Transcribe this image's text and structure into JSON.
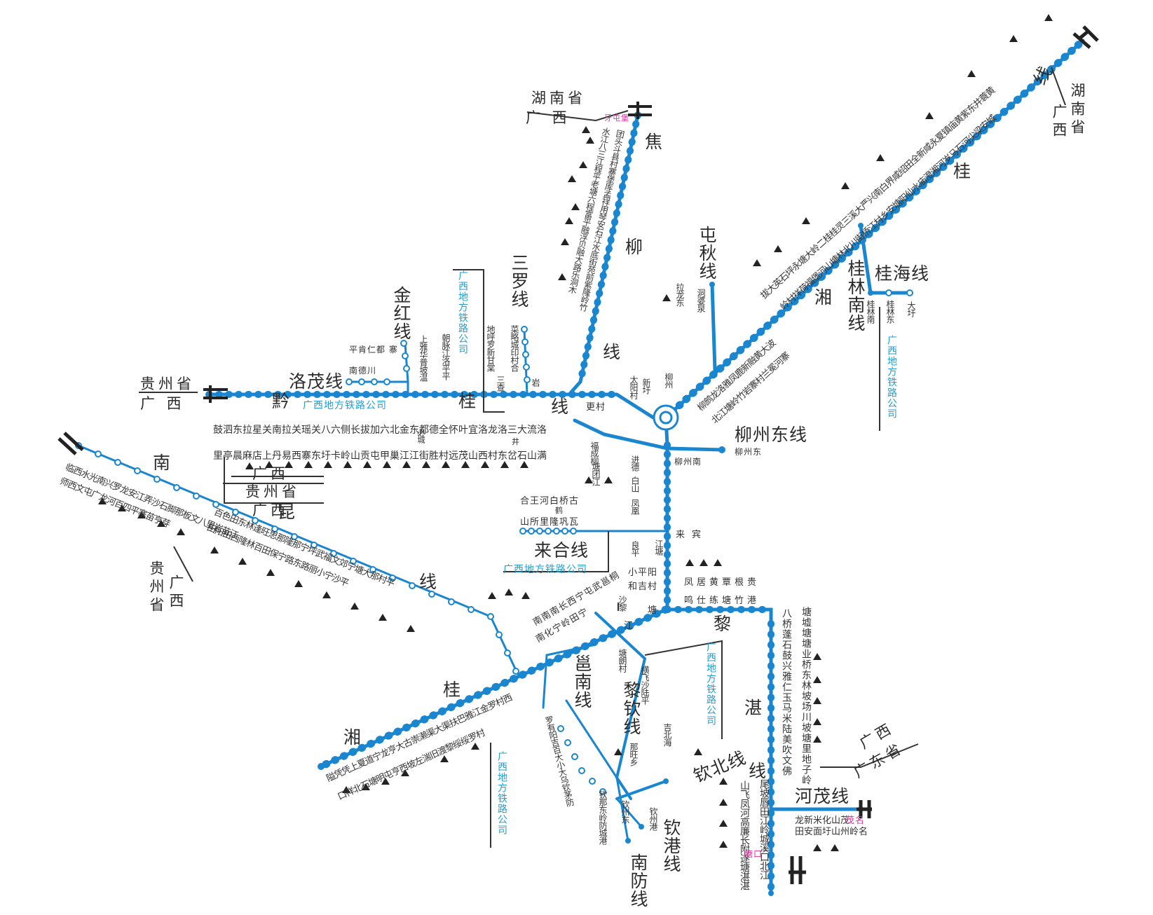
{
  "map": {
    "colors": {
      "rail": "#1a86cf",
      "company": "#1f9fd8",
      "text": "#2b2b2b",
      "highlight": "#e0309a",
      "border": "#333333"
    },
    "provinces": {
      "hunan_guangxi_top": {
        "upper": "湖南省",
        "lower": "广  西"
      },
      "hunan_guangxi_ne": {
        "upper": "湖南省",
        "lower": "广西"
      },
      "guizhou_guangxi_w": {
        "upper": "贵州省",
        "lower": "广  西"
      },
      "guizhou_guangxi_center_a": "广西",
      "guizhou_guangxi_center_b": "贵州省",
      "guizhou_guangxi_center_c": "广西",
      "guizhou_guangxi_sw": {
        "upper": "贵州省",
        "lower": "广西"
      },
      "guangxi_guangdong": {
        "upper": "广西",
        "lower": "广东省"
      }
    },
    "lines": {
      "jiaoliu_a": "焦",
      "jiaoliu_b": "柳",
      "jiaoliu_c": "线",
      "xianggui_ne_a": "线",
      "xianggui_ne_b": "桂",
      "xianggui_ne_c": "湘",
      "xianggui_sw_a": "桂",
      "xianggui_sw_b": "湘",
      "qiangui_a": "黔",
      "qiangui_b": "桂",
      "qiangui_c": "线",
      "nankun_a": "南",
      "nankun_b": "昆",
      "nankun_c": "线",
      "lizhan_a": "黎",
      "lizhan_b": "湛",
      "lizhan_c": "线",
      "yongnan": "邕南线",
      "liqin": "黎钦线",
      "qinbei": "钦北线",
      "qingang": "钦港线",
      "nanfang": "南防线",
      "laihe": "来合线",
      "luomao": "洛茂线",
      "jinhong": "金红线",
      "sanluo": "三罗线",
      "tunqiu": "屯秋线",
      "liuzhoudong": "柳州东线",
      "guilinnan": "桂林南线",
      "guihai": "桂海线",
      "hemao": "河茂线"
    },
    "companies": {
      "c1": "广西地方铁路公司",
      "c2": "广西地方铁路公司",
      "c3": "广西地方铁路公司",
      "c4": "广西地方铁路公司",
      "c5": "广西地方铁路公司",
      "c6": "广西地方铁路公司"
    },
    "stations": {
      "jiaoliu_col1": "团头斗县村寨堡库孟祥用琴安石江水底街苑前紫隆岭竹",
      "jiaoliu_col2": "水江八三江程平老塘六程富平融浮贝融大路乐洞木",
      "jiaoliu_top": "牙屯堡",
      "qiangui_row1": "鼓泗东拉星关南拉关瑶关八六侧长拔加六北金东都德全怀叶宜洛龙洛三大流洛",
      "qiangui_row2": "里亭晨麻店上丹易西寨东圩卡岭山贡屯甲巢江江街胜村远茂山西村东岔石山满",
      "qiangui_mid": "必城",
      "qiangui_jing": "井",
      "jinhong_st": "平肯仁都 寨南德川",
      "jinhong_v1": "上雅华普坡温",
      "jinhong_v2": "朝脉江洛平平",
      "sanluo_v1": "地呼罗新甘棠",
      "sanluo_v2": "菜略城印村合",
      "sanluo_v3": "三查",
      "sanluo_v4": "岩",
      "liuzhou_w": "更村",
      "liuzhou_n1": "太阳村",
      "liuzhou_n2": "新圩",
      "liuzhou_n3": "柳州",
      "tunqiu_st": "拉龙东",
      "tunqiu_st2": "洞婆泉",
      "liuzhoudong_st1": "柳州南",
      "liuzhoudong_st2": "柳州东",
      "xianggui_ne_row1": "拔大英石坪永塘大岭二桂桂灵三溪大严兴南白界咸绍田全新咸永夏镇庙黄紫东井蓑黄",
      "xianggui_ne_row2": "岭村祥荷福堡河山塘林北川街桥江村乡安塘阳仙水庙澄湘河岁马石河尖梁安城",
      "liuzhou_ne1": "柳鹧龙洛雅凤鹿新融黄大波",
      "liuzhou_ne2": "北江塘岭竹岩寨村兰冕河寨",
      "guilinnan_st": "桂林南",
      "guihai_st1": "桂林东",
      "guihai_st2": "大圩",
      "south_c1": "福成柳",
      "south_c2": "塘团江",
      "south_c3": "进德",
      "south_c4": "白山",
      "south_c5": "凤凰",
      "laihe_st1": "合王河白桥古",
      "laihe_st2": "鹤",
      "laihe_st3": "山所里隆巩瓦",
      "laibin": "来宾",
      "south_c6": "良平",
      "south_c7": "小平阳",
      "south_c8": "和吉村",
      "south_c9": "江塘",
      "south_c10": "沙黎",
      "south_c11": "塘",
      "south_c12": "江",
      "lizhan_row1": "凤居黄覃根贵",
      "lizhan_row2": "鸣仕练塘竹港",
      "lizhan_col1": "八桥蓬石鼓兴雅仁玉马米陆美吹文佛",
      "lizhan_col2": "塘墟塘塘业桥东林坡场川坡塘里地子岭",
      "lizhan_col3": "尾坡唇田江岭城溪口北江",
      "lizhan_col4": "山飞凤河高廉长附遂塘湛湛",
      "hemao_st1": "龙新米化山茂",
      "hemao_st2": "田安面圩山州岭名",
      "nankun_row1": "百色田东林逢旺思那隆那宁坪武福文郊宁塘大那村平",
      "nankun_row2": "田阳田西隆林百田保宁路东路丽小宁沙平",
      "nankun_left": "临西水光南兴罗龙安江弄沙石脚那板文八里岩苗江",
      "nankun_left2": "师西文屯广龙河百四平寨苗亨芽",
      "yongnan_st": "南南南长西宁屯武邕桐",
      "yongnan_st2": "南化宁岭田宁",
      "xianggui_sw_row1": "隘凭凭上夏道宁龙亨大古崇濑渠大渠扶巴雅江金罗村西",
      "xianggui_sw_row2": "口祥北石塘明屯亨西坡左湍旧渡黎绥绥罗村",
      "nanfang_st": "罗有阳吉百大小大乌钦茅防",
      "nanfang_st2": "钦那东岭防城港",
      "liqin_st": "横飞沙陆平",
      "liqin_st2": "塘朗村",
      "qinbei_st": "吉北海",
      "qinbei_st2": "那旺乡",
      "qingang_st": "钦州港",
      "qingang_st2": "钦州东",
      "pink_top": "牙屯堡",
      "pink_hemao": "茂名",
      "pink_zhan": "塘口"
    }
  }
}
